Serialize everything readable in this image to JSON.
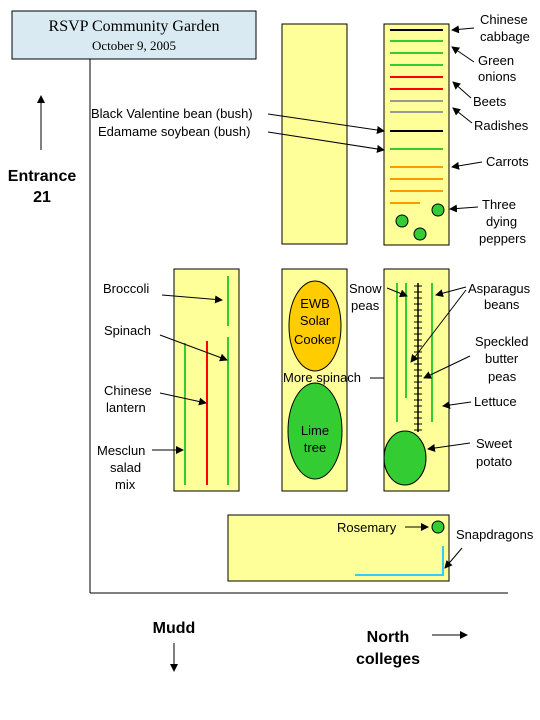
{
  "title_box": {
    "title": "RSVP Community Garden",
    "date": "October 9, 2005",
    "fill": "#d9eaf2"
  },
  "directions": {
    "entrance": [
      "Entrance",
      "21"
    ],
    "mudd": "Mudd",
    "north": [
      "North",
      "colleges"
    ]
  },
  "labels": {
    "black_valentine": "Black Valentine bean (bush)",
    "edamame": "Edamame soybean (bush)",
    "chinese_cabbage": [
      "Chinese",
      "cabbage"
    ],
    "green_onions": [
      "Green",
      "onions"
    ],
    "beets": "Beets",
    "radishes": "Radishes",
    "carrots": "Carrots",
    "peppers": [
      "Three",
      "dying",
      "peppers"
    ],
    "broccoli": "Broccoli",
    "spinach": "Spinach",
    "chinese_lantern": [
      "Chinese",
      "lantern"
    ],
    "mesclun": [
      "Mesclun",
      "salad",
      "mix"
    ],
    "solar_cooker": [
      "EWB",
      "Solar",
      "Cooker"
    ],
    "lime_tree": [
      "Lime",
      "tree"
    ],
    "more_spinach": "More spinach",
    "snow_peas": [
      "Snow",
      "peas"
    ],
    "asparagus_beans": [
      "Asparagus",
      "beans"
    ],
    "speckled_butter_peas": [
      "Speckled",
      "butter",
      "peas"
    ],
    "lettuce": "Lettuce",
    "sweet_potato": [
      "Sweet",
      "potato"
    ],
    "rosemary": "Rosemary",
    "snapdragons": "Snapdragons"
  },
  "colors": {
    "bed": "#ffff99",
    "dark": "#000000",
    "green": "#33cc33",
    "red": "#ff0000",
    "gray": "#999999",
    "orange": "#ff9900",
    "solar": "#ffcc00",
    "snapdragon": "#33ccff"
  },
  "icons": [
    "up-arrow-icon",
    "down-arrow-icon",
    "right-arrow-icon"
  ]
}
